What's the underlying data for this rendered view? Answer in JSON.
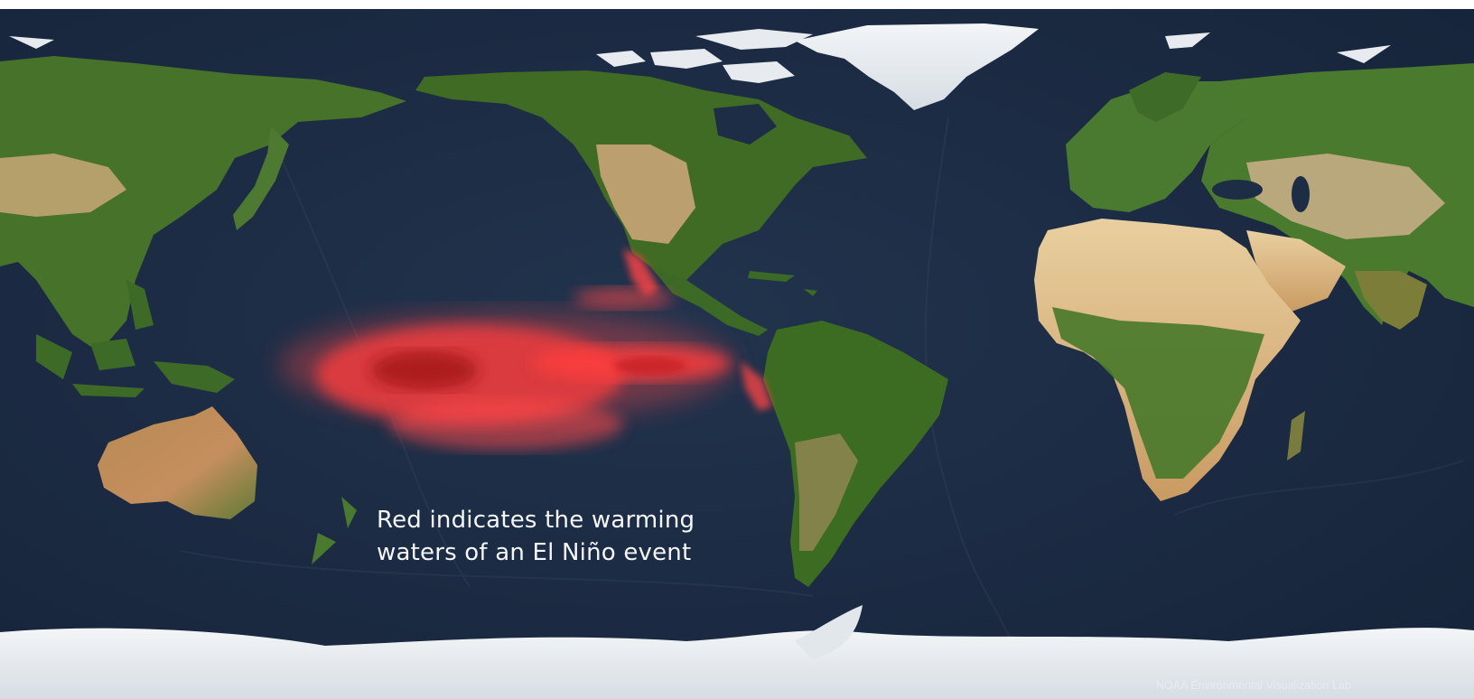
{
  "caption": {
    "line1": "Red indicates the warming",
    "line2": "waters of an El Niño event"
  },
  "credit": "NOAA Environmental Visualization Lab",
  "colors": {
    "ocean": "#1c2c45",
    "ocean_deep": "#172740",
    "land_forest": "#3f6a25",
    "land_desert": "#d8b883",
    "ice": "#eef1f4",
    "warm_anomaly": "#ff3c3c",
    "warm_core": "#a31419",
    "caption_text": "#f4f6f8"
  }
}
